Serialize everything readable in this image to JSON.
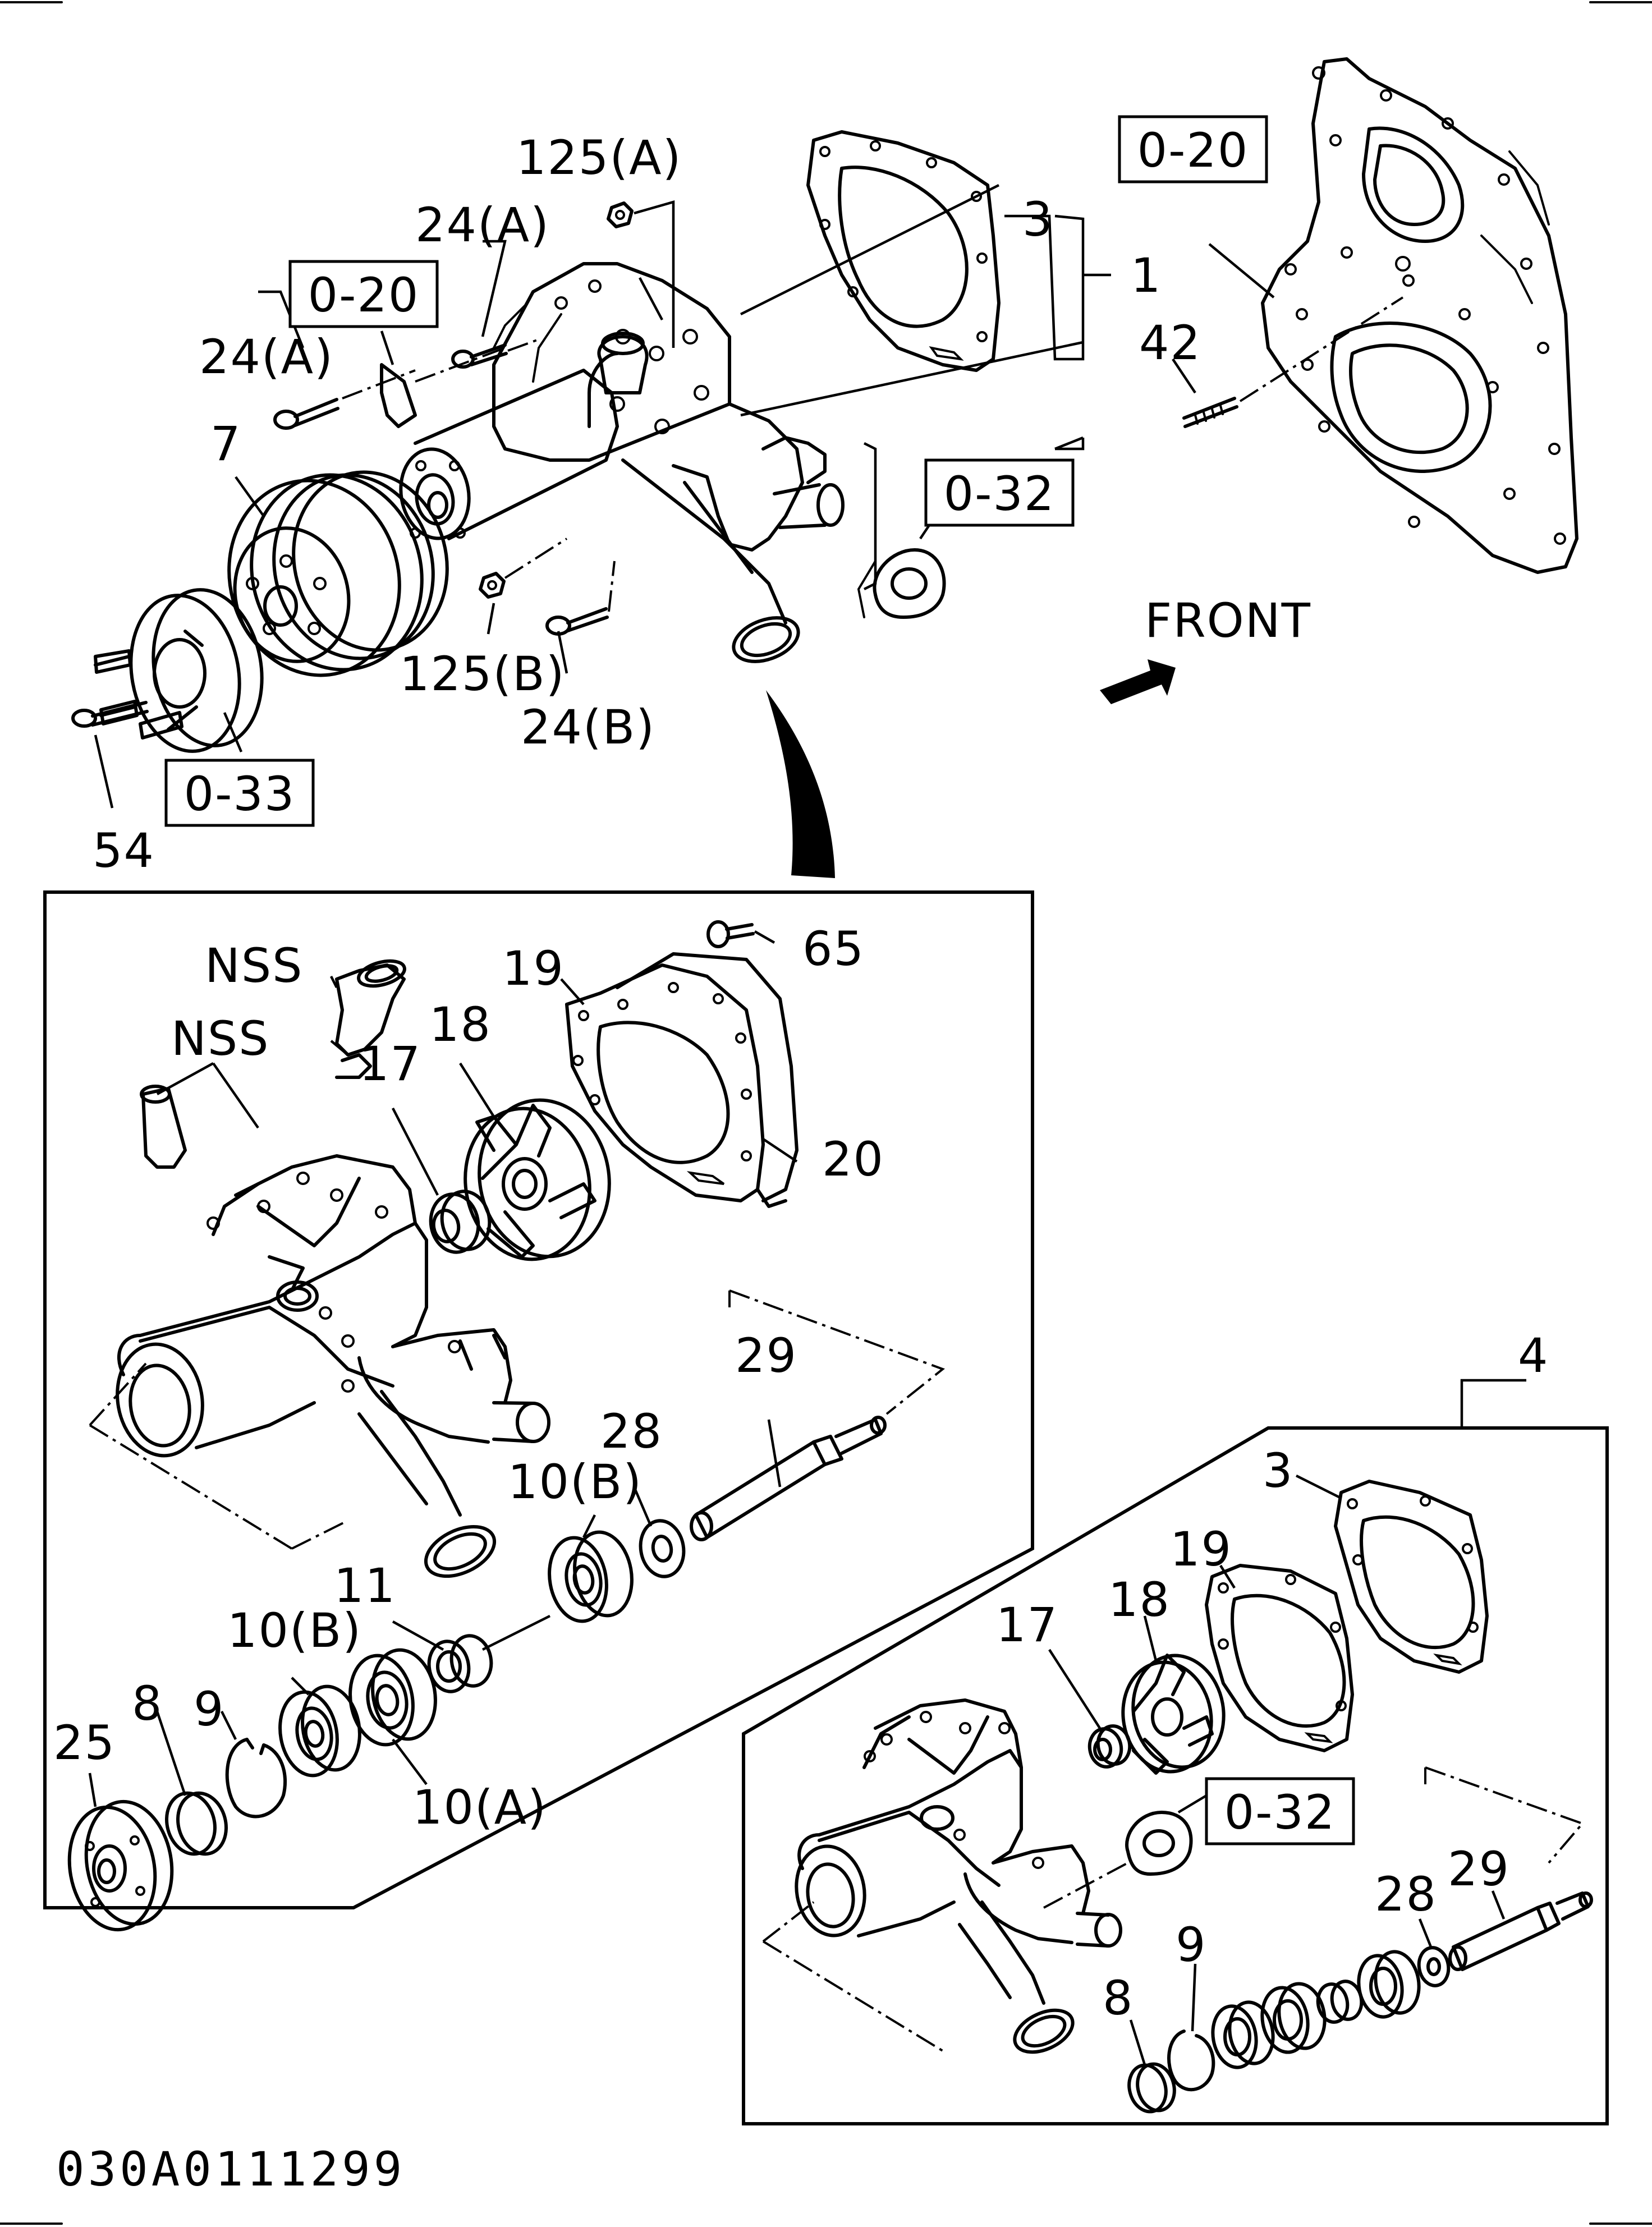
{
  "callouts": {
    "c125a": "125(A)",
    "c24a_top": "24(A)",
    "c24a_left": "24(A)",
    "c3_top": "3",
    "c1": "1",
    "c7": "7",
    "c125b": "125(B)",
    "c24b": "24(B)",
    "c54": "54",
    "c42": "42",
    "c65": "65",
    "c19": "19",
    "c18": "18",
    "c17": "17",
    "c20": "20",
    "c29": "29",
    "c28": "28",
    "c10b_upper": "10(B)",
    "c11": "11",
    "c10b_lower": "10(B)",
    "c9": "9",
    "c8": "8",
    "c25": "25",
    "c10a": "10(A)",
    "nss_top": "NSS",
    "nss_left": "NSS",
    "c4": "4",
    "kit3": "3",
    "kit19": "19",
    "kit18": "18",
    "kit17": "17",
    "kit29": "29",
    "kit28": "28",
    "kit9": "9",
    "kit8": "8"
  },
  "ref_boxes": {
    "ref_020_left": "0-20",
    "ref_020_right": "0-20",
    "ref_032_top": "0-32",
    "ref_033": "0-33",
    "ref_032_kit": "0-32"
  },
  "direction": {
    "front": "FRONT"
  },
  "drawing_code": "030A0111299"
}
